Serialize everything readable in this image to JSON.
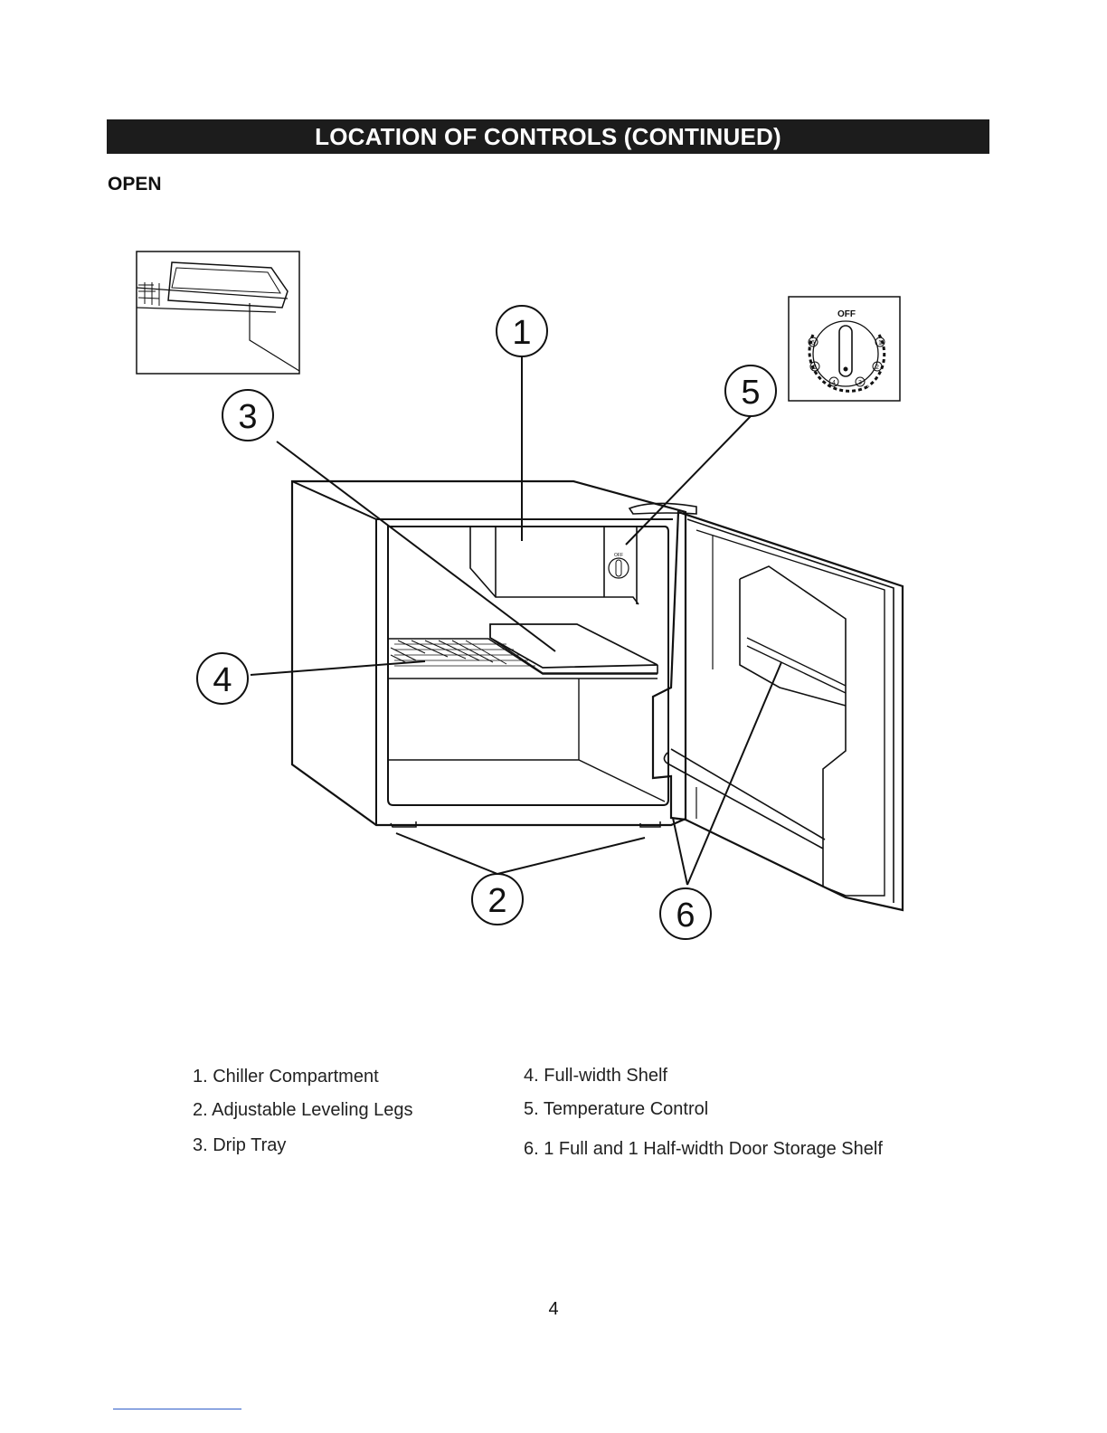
{
  "header": {
    "title": "LOCATION OF CONTROLS (CONTINUED)"
  },
  "section": {
    "label": "OPEN"
  },
  "dial": {
    "off_label": "OFF",
    "numbers": [
      "1",
      "2",
      "3",
      "4",
      "5",
      "6"
    ],
    "small_off_label": "OFF"
  },
  "callouts": [
    "1",
    "2",
    "3",
    "4",
    "5",
    "6"
  ],
  "legend": [
    "1. Chiller Compartment",
    "2. Adjustable Leveling Legs",
    "3. Drip Tray",
    "4. Full-width Shelf",
    "5. Temperature Control",
    "6. 1 Full and 1 Half-width Door Storage Shelf"
  ],
  "page_number": "4"
}
